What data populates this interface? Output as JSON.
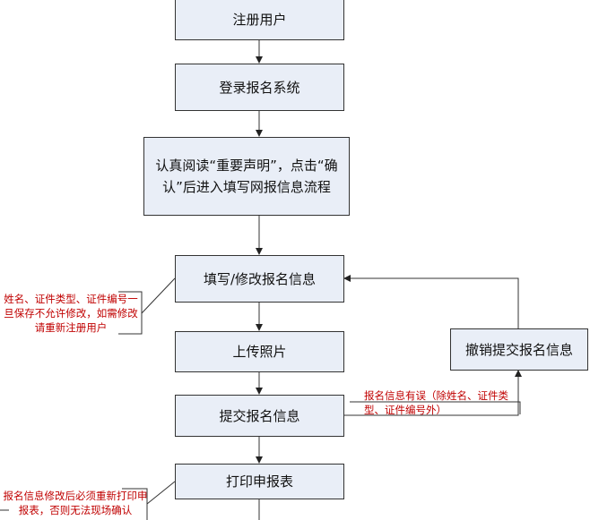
{
  "steps": [
    {
      "label": "注册用户"
    },
    {
      "label": "登录报名系统"
    },
    {
      "label": "认真阅读“重要声明”，点击“确认”后进入填写网报信息流程"
    },
    {
      "label": "填写/修改报名信息"
    },
    {
      "label": "上传照片"
    },
    {
      "label": "提交报名信息"
    },
    {
      "label": "打印申报表"
    }
  ],
  "side_step": {
    "label": "撤销提交报名信息"
  },
  "notes": {
    "edit_restriction": "姓名、证件类型、证件编号一旦保存不允许修改，如需修改请重新注册用户",
    "error_condition": "报名信息有误（除姓名、证件类型、证件编号外）",
    "reprint": "报名信息修改后必须重新打印申报表，否则无法现场确认"
  },
  "colors": {
    "box_fill": "#e9eef7",
    "note_text": "#c00000",
    "line": "#333333"
  }
}
